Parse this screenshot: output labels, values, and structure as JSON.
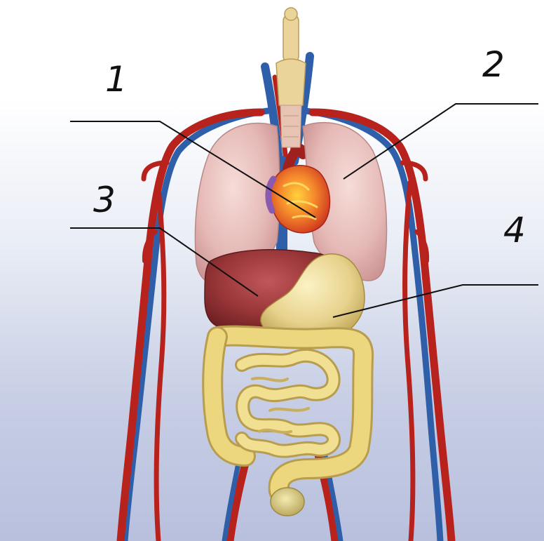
{
  "labels": [
    {
      "id": "label-1",
      "text": "1",
      "target": "heart"
    },
    {
      "id": "label-2",
      "text": "2",
      "target": "lungs"
    },
    {
      "id": "label-3",
      "text": "3",
      "target": "liver"
    },
    {
      "id": "label-4",
      "text": "4",
      "target": "stomach"
    }
  ],
  "colors": {
    "artery": "#b8221c",
    "vein": "#2f5fa8",
    "lung": "#e8c3c0",
    "heart": "#e8452a",
    "liver": "#9c3a3c",
    "stomach": "#e7d58f",
    "intestine": "#ecd67e",
    "trachea": "#ead49a",
    "leader_line": "#111111"
  }
}
